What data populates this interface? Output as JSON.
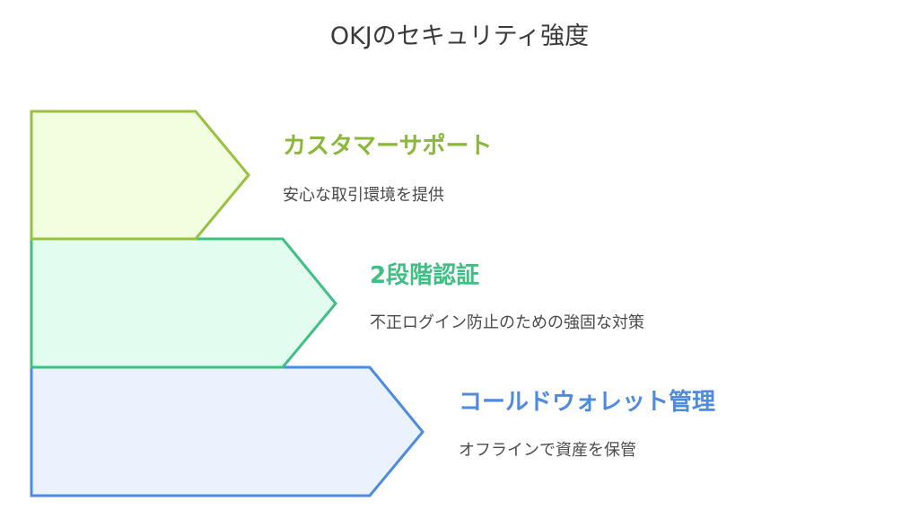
{
  "title": "OKJのセキュリティ強度",
  "levels": [
    {
      "heading": "カスタマーサポート",
      "description": "安心な取引環境を提供",
      "stroke_color": "#99c140",
      "fill_color": "#f3fde0",
      "text_color": "#8bb83b"
    },
    {
      "heading": "2段階認証",
      "description": "不正ログイン防止のための強固な対策",
      "stroke_color": "#3fbf84",
      "fill_color": "#e2fcef",
      "text_color": "#3fbf84"
    },
    {
      "heading": "コールドウォレット管理",
      "description": "オフラインで資産を保管",
      "stroke_color": "#4d8ae0",
      "fill_color": "#eaf2fd",
      "text_color": "#4d8ae0"
    }
  ]
}
